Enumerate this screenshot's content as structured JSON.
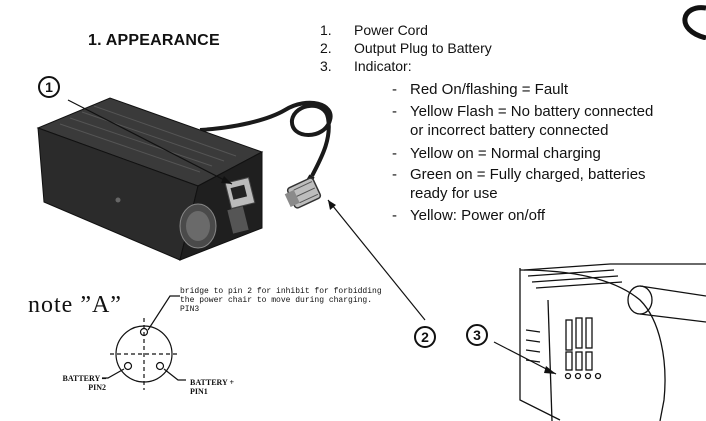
{
  "section_title": "1. APPEARANCE",
  "numbered_list": [
    {
      "num": "1.",
      "text": "Power Cord"
    },
    {
      "num": "2.",
      "text": "Output Plug to Battery"
    },
    {
      "num": "3.",
      "text": "Indicator:"
    }
  ],
  "indicator_states": [
    {
      "dash": "-",
      "line1": "Red On/flashing = Fault",
      "line2": ""
    },
    {
      "dash": "-",
      "line1": "Yellow Flash = No battery connected",
      "line2": "or incorrect battery connected"
    },
    {
      "dash": "-",
      "line1": "Yellow on = Normal charging",
      "line2": ""
    },
    {
      "dash": "-",
      "line1": "Green on = Fully charged, batteries",
      "line2": "ready for use"
    },
    {
      "dash": "-",
      "line1": "Yellow:  Power on/off",
      "line2": ""
    }
  ],
  "callouts": {
    "one": "1",
    "two": "2",
    "three": "3"
  },
  "note": {
    "label": "note ”A”",
    "inhibit_line1": "bridge to pin 2 for inhibit for forbidding",
    "inhibit_line2": "the power chair to move during charging.",
    "pin3": "PIN3",
    "battery_minus": "BATTERY –",
    "pin2": "PIN2",
    "battery_plus": "BATTERY +",
    "pin1": "PIN1"
  }
}
